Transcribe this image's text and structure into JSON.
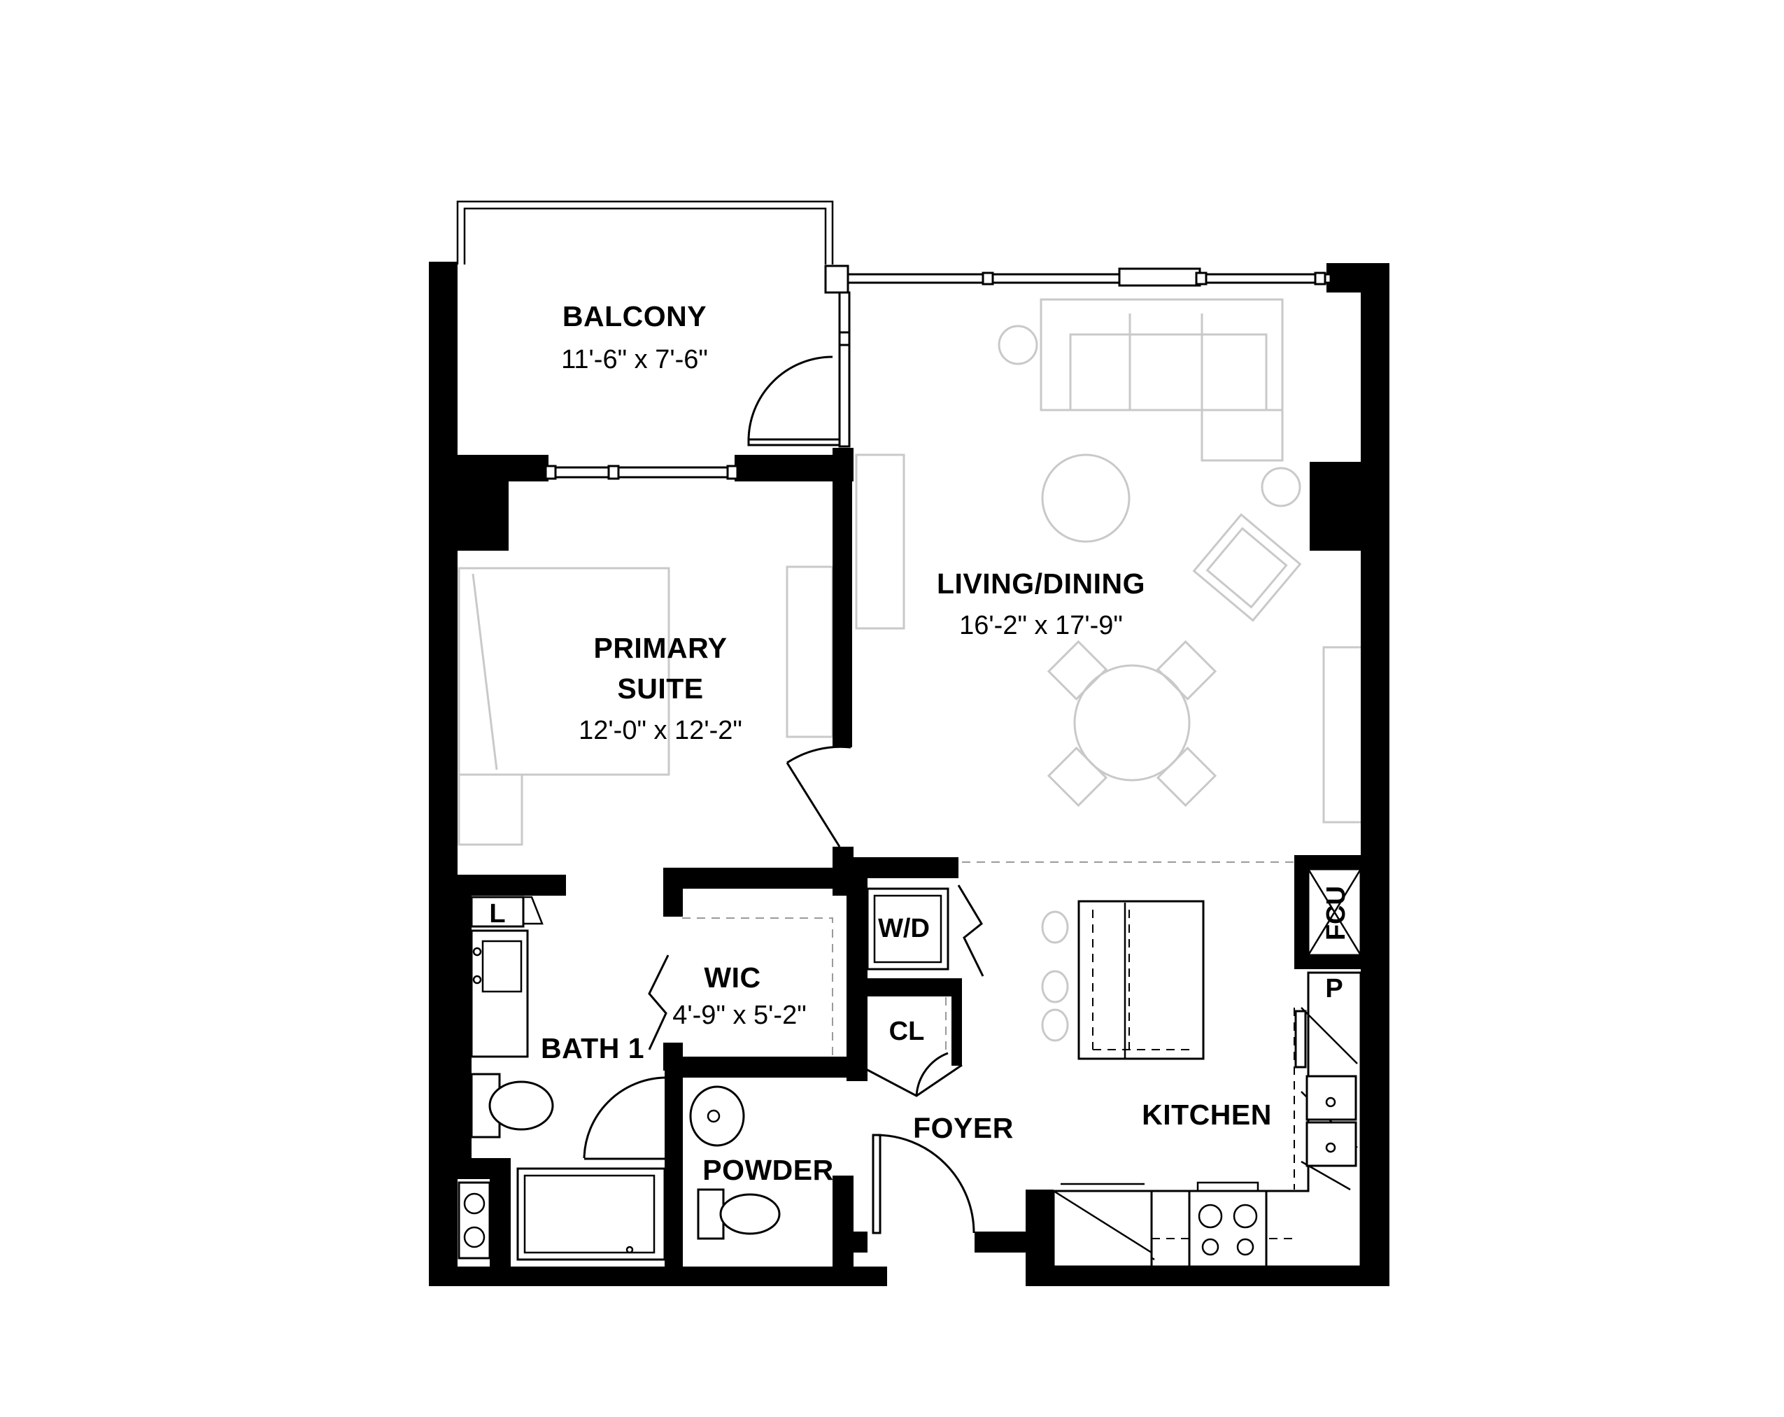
{
  "rooms": {
    "balcony": {
      "name": "BALCONY",
      "dims": "11'-6\" x 7'-6\""
    },
    "living_dining": {
      "name": "LIVING/DINING",
      "dims": "16'-2\" x 17'-9\""
    },
    "primary_suite": {
      "name_line1": "PRIMARY",
      "name_line2": "SUITE",
      "dims": "12'-0\" x 12'-2\""
    },
    "wic": {
      "name": "WIC",
      "dims": "4'-9\" x 5'-2\""
    },
    "bath1": {
      "name": "BATH 1"
    },
    "powder": {
      "name": "POWDER"
    },
    "foyer": {
      "name": "FOYER"
    },
    "kitchen": {
      "name": "KITCHEN"
    }
  },
  "labels": {
    "washer_dryer": "W/D",
    "closet": "CL",
    "linen": "L",
    "fan_coil": "FCU",
    "pantry": "P"
  }
}
